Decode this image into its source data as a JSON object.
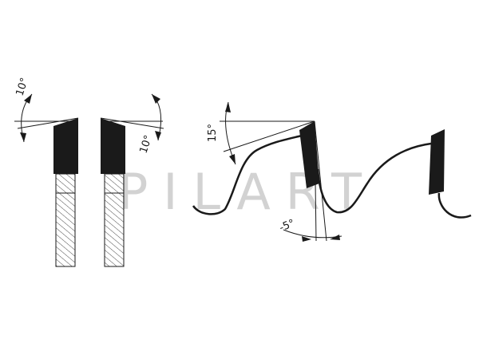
{
  "watermark": "PILART",
  "angles": {
    "top_bevel_left": "10°",
    "top_bevel_right": "10°",
    "hook_angle": "15°",
    "clearance_angle": "-5°"
  },
  "colors": {
    "ink": "#1a1a1a",
    "watermark": "#d2d2d2",
    "background": "#ffffff"
  }
}
